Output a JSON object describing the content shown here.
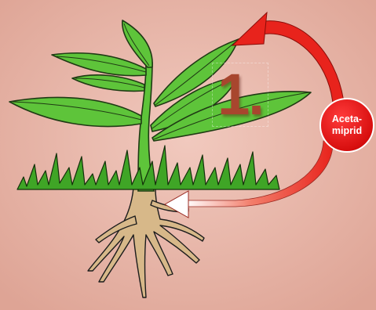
{
  "step": {
    "number": "1."
  },
  "badge": {
    "line1": "Aceta-",
    "line2": "miprid"
  },
  "colors": {
    "background": "#e8b3a6",
    "leaf": "#5ec43a",
    "leaf_outline": "#1f3a14",
    "grass": "#3fa526",
    "root": "#d7b889",
    "arrow_red": "#e8231c",
    "badge": "#e01515",
    "step_number": "#a8462e"
  },
  "icons": [
    "plant-illustration",
    "roots-illustration",
    "curved-arrow-to-leaves",
    "curved-arrow-to-roots"
  ]
}
